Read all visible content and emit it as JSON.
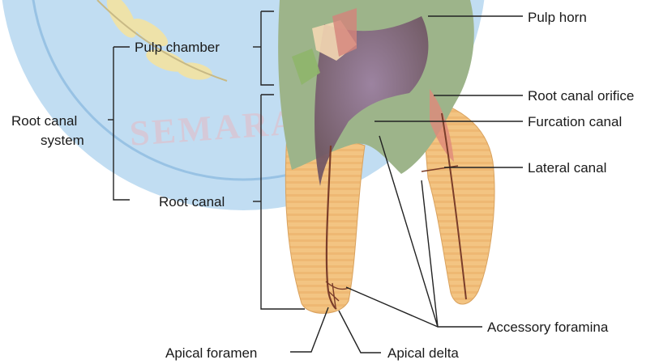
{
  "labels": {
    "pulp_horn": "Pulp horn",
    "pulp_chamber": "Pulp chamber",
    "root_canal_orifice": "Root canal orifice",
    "root_canal_system_line1": "Root canal",
    "root_canal_system_line2": "system",
    "furcation_canal": "Furcation canal",
    "lateral_canal": "Lateral canal",
    "root_canal": "Root canal",
    "accessory_foramina": "Accessory foramina",
    "apical_foramen": "Apical foramen",
    "apical_delta": "Apical delta"
  },
  "watermark": {
    "text": "SEMARANG",
    "seal_color": "#aed2ef",
    "ring_color": "#7fb2dc"
  },
  "colors": {
    "root": "#f2c07e",
    "root_stripe": "#e3a55a",
    "pulp": "#8f6c86",
    "crown_green": "#a7bd8a",
    "canal": "#7a3d2a"
  }
}
